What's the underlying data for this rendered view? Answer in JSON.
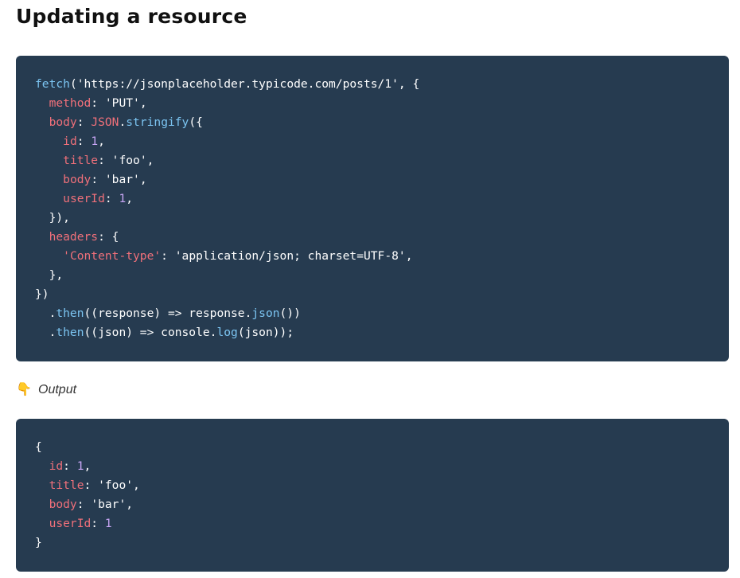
{
  "heading": "Updating a resource",
  "output_label": "Output",
  "icons": {
    "output_label": "pointing-down-hand-icon"
  },
  "colors": {
    "code_background": "#263b50",
    "function": "#7cc5f2",
    "key": "#f0707a",
    "number": "#c8a6f5",
    "text": "#ffffff"
  },
  "code": {
    "url": "'https://jsonplaceholder.typicode.com/posts/1'",
    "method": "'PUT'",
    "id": "1",
    "title": "'foo'",
    "body": "'bar'",
    "userId": "1",
    "content_type_key": "'Content-type'",
    "content_type_value": "'application/json; charset=UTF-8'"
  },
  "output": {
    "id": "1",
    "title": "'foo'",
    "body": "'bar'",
    "userId": "1"
  }
}
